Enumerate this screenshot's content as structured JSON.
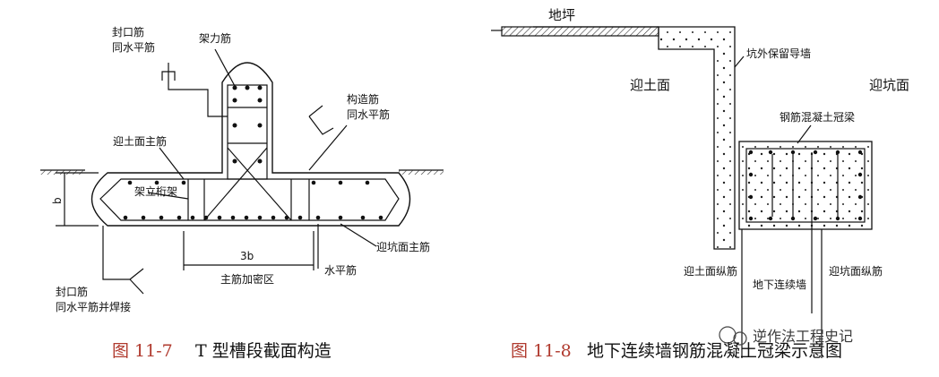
{
  "figure_left": {
    "labels": {
      "seal_top": "封口筋",
      "seal_top_2": "同水平筋",
      "frame_bar": "架力筋",
      "structural_bar": "构造筋",
      "structural_bar_2": "同水平筋",
      "soil_face_main": "迎土面主筋",
      "frame_support": "架立桁架",
      "b_dim": "b",
      "three_b": "3b",
      "dense_zone": "主筋加密区",
      "pit_face_main": "迎坑面主筋",
      "horizontal_bar": "水平筋",
      "seal_bottom": "封口筋",
      "seal_bottom_2": "同水平筋并焊接"
    },
    "caption_number": "图 11-7",
    "caption_text": "T 型槽段截面构造"
  },
  "figure_right": {
    "labels": {
      "ground": "地坪",
      "guide_wall": "坑外保留导墙",
      "soil_face": "迎土面",
      "pit_face": "迎坑面",
      "crown_beam": "钢筋混凝土冠梁",
      "soil_face_bar": "迎土面纵筋",
      "diaphragm_wall": "地下连续墙",
      "pit_face_bar": "迎坑面纵筋"
    },
    "caption_number": "图 11-8",
    "caption_text": "地下连续墙钢筋混凝土冠梁示意图"
  },
  "watermark": "逆作法工程史记",
  "colors": {
    "line": "#111111",
    "caption_number": "#b03a2e",
    "hatch": "#9b3a2a"
  }
}
